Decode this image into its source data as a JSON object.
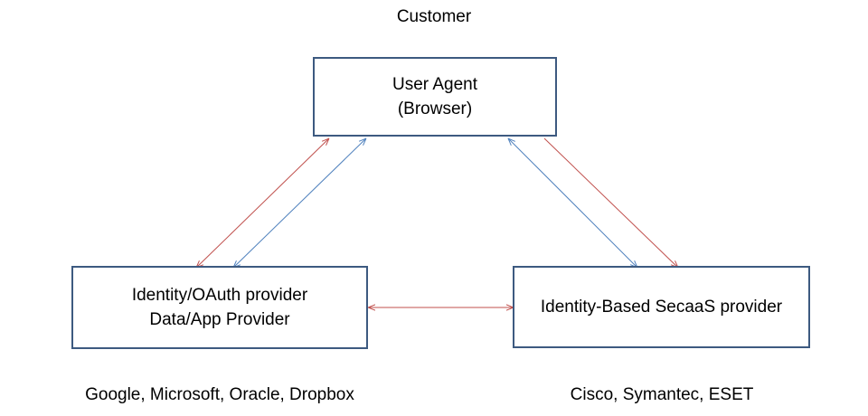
{
  "top_label": "Customer",
  "boxes": {
    "user_agent": {
      "line1": "User Agent",
      "line2": "(Browser)"
    },
    "identity_provider": {
      "line1": "Identity/OAuth provider",
      "line2": "Data/App Provider"
    },
    "secaas_provider": {
      "line1": "Identity-Based SecaaS provider"
    }
  },
  "bottom_labels": {
    "left": "Google, Microsoft, Oracle, Dropbox",
    "right": "Cisco, Symantec, ESET"
  },
  "colors": {
    "red_arrow": "#c0504d",
    "blue_arrow": "#4f81bd",
    "box_border": "#3d5a80"
  }
}
